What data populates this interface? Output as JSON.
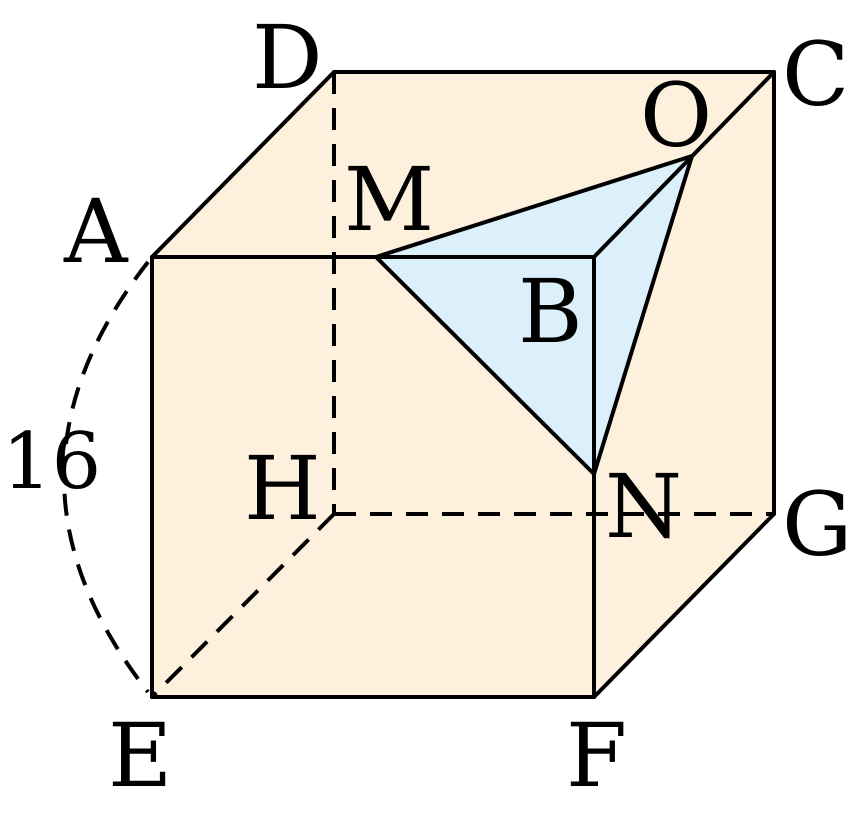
{
  "figure": {
    "labels": {
      "A": "A",
      "B": "B",
      "C": "C",
      "D": "D",
      "E": "E",
      "F": "F",
      "G": "G",
      "H": "H",
      "M": "M",
      "N": "N",
      "O": "O"
    },
    "edge_length_label": "16"
  },
  "colors": {
    "cube_fill": "#fdf0dc",
    "section_fill": "#dcf0fb",
    "line": "#000000"
  }
}
